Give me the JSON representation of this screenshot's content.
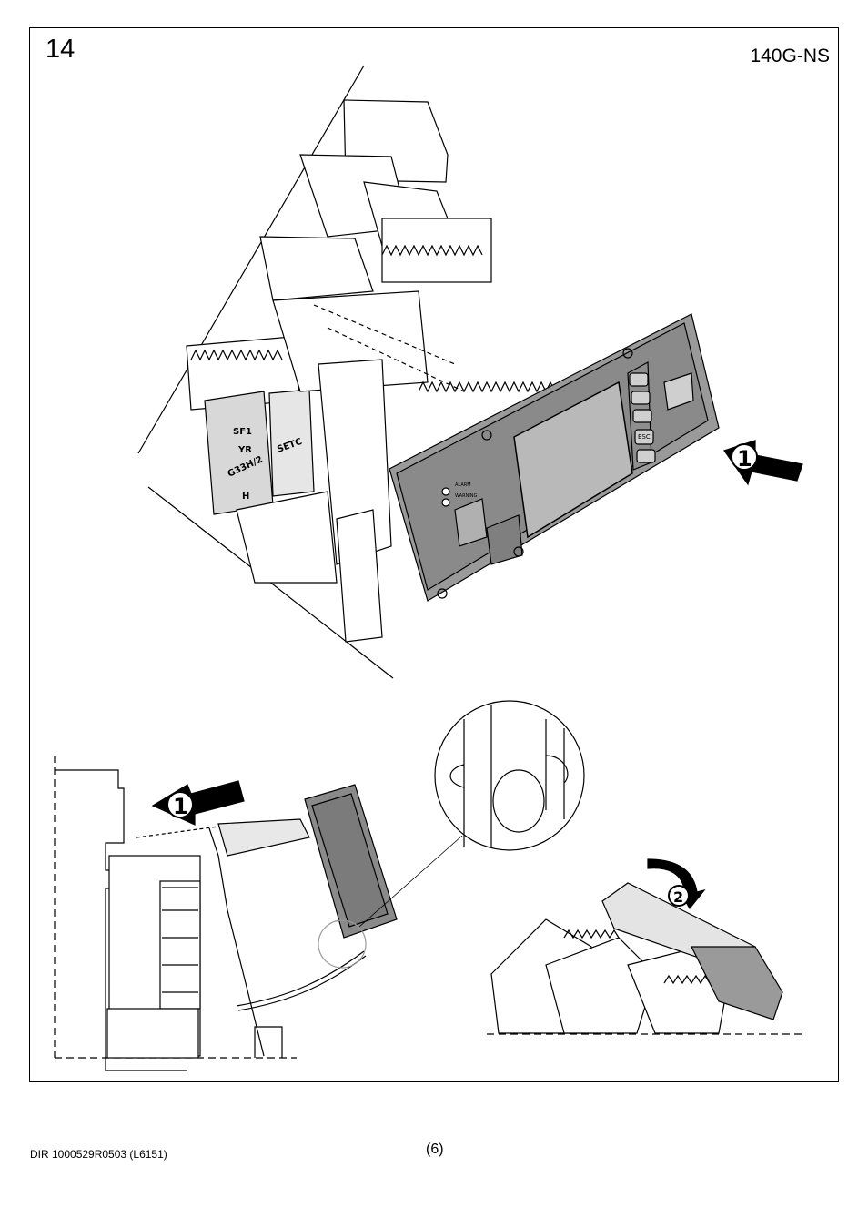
{
  "header": {
    "step_number": "14",
    "model_code": "140G-NS"
  },
  "figure_main": {
    "labels": [
      "SF1",
      "YR",
      "G33H/2",
      "H",
      "SETC"
    ],
    "display_labels": [
      "ALARM",
      "WARNING"
    ],
    "keys": [
      "ESC"
    ],
    "step_marker": "1"
  },
  "figure_side": {
    "step_marker": "1"
  },
  "figure_closing": {
    "step_marker": "2"
  },
  "footer": {
    "doc_ref": "DIR 1000529R0503 (L6151)",
    "page": "(6)"
  }
}
